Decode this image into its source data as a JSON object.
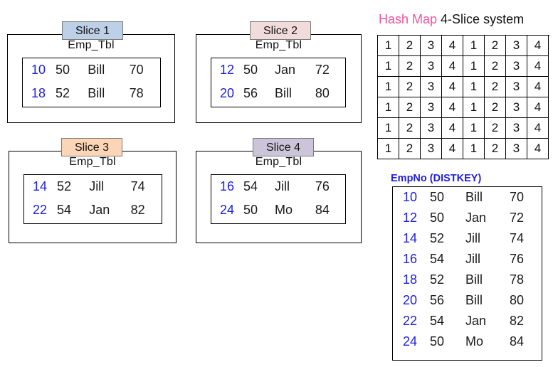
{
  "slices": [
    {
      "tab_label": "Slice 1",
      "tab_color": "#bdd0e8",
      "table_title": "Emp_Tbl",
      "rows": [
        {
          "empno": "10",
          "dept": "50",
          "name": "Bill",
          "val": "70"
        },
        {
          "empno": "18",
          "dept": "52",
          "name": "Bill",
          "val": "78"
        }
      ]
    },
    {
      "tab_label": "Slice 2",
      "tab_color": "#f2dcdb",
      "table_title": "Emp_Tbl",
      "rows": [
        {
          "empno": "12",
          "dept": "50",
          "name": "Jan",
          "val": "72"
        },
        {
          "empno": "20",
          "dept": "56",
          "name": "Bill",
          "val": "80"
        }
      ]
    },
    {
      "tab_label": "Slice 3",
      "tab_color": "#fbd5b5",
      "table_title": "Emp_Tbl",
      "rows": [
        {
          "empno": "14",
          "dept": "52",
          "name": "Jill",
          "val": "74"
        },
        {
          "empno": "22",
          "dept": "54",
          "name": "Jan",
          "val": "82"
        }
      ]
    },
    {
      "tab_label": "Slice 4",
      "tab_color": "#ccc5d9",
      "table_title": "Emp_Tbl",
      "rows": [
        {
          "empno": "16",
          "dept": "54",
          "name": "Jill",
          "val": "76"
        },
        {
          "empno": "24",
          "dept": "50",
          "name": "Mo",
          "val": "84"
        }
      ]
    }
  ],
  "hashmap": {
    "heading_accent": "Hash Map",
    "heading_rest": " 4-Slice system",
    "accent_color": "#f2529b",
    "columns": 8,
    "rows": 6,
    "grid": [
      [
        "1",
        "2",
        "3",
        "4",
        "1",
        "2",
        "3",
        "4"
      ],
      [
        "1",
        "2",
        "3",
        "4",
        "1",
        "2",
        "3",
        "4"
      ],
      [
        "1",
        "2",
        "3",
        "4",
        "1",
        "2",
        "3",
        "4"
      ],
      [
        "1",
        "2",
        "3",
        "4",
        "1",
        "2",
        "3",
        "4"
      ],
      [
        "1",
        "2",
        "3",
        "4",
        "1",
        "2",
        "3",
        "4"
      ],
      [
        "1",
        "2",
        "3",
        "4",
        "1",
        "2",
        "3",
        "4"
      ]
    ]
  },
  "distkey": {
    "label": "EmpNo (DISTKEY)",
    "label_color": "#2020e0",
    "marker_color": "#b00000",
    "rows": [
      {
        "empno": "10",
        "dept": "50",
        "name": "Bill",
        "val": "70"
      },
      {
        "empno": "12",
        "dept": "50",
        "name": "Jan",
        "val": "72"
      },
      {
        "empno": "14",
        "dept": "52",
        "name": "Jill",
        "val": "74"
      },
      {
        "empno": "16",
        "dept": "54",
        "name": "Jill",
        "val": "76"
      },
      {
        "empno": "18",
        "dept": "52",
        "name": "Bill",
        "val": "78"
      },
      {
        "empno": "20",
        "dept": "56",
        "name": "Bill",
        "val": "80"
      },
      {
        "empno": "22",
        "dept": "54",
        "name": "Jan",
        "val": "82"
      },
      {
        "empno": "24",
        "dept": "50",
        "name": "Mo",
        "val": "84"
      }
    ]
  },
  "theme": {
    "key_color": "#2020e0",
    "text_color": "#1a1a1a",
    "border_color": "#000000"
  }
}
